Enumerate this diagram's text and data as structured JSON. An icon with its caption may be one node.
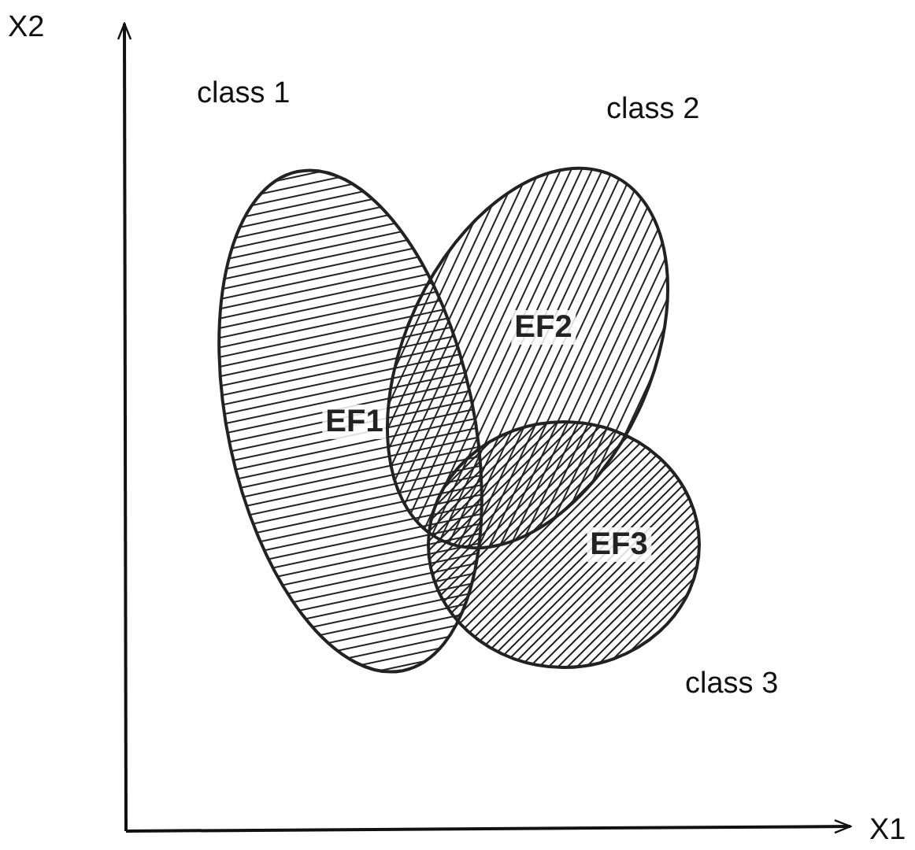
{
  "diagram": {
    "nodes": [
      {
        "text": [
          "EF1"
        ],
        "beside": [
          "class 1"
        ]
      },
      {
        "text": [
          "EF2"
        ],
        "beside": [
          "class 2"
        ]
      },
      {
        "text": [
          "EF3"
        ],
        "beside": [
          "class 3"
        ]
      }
    ],
    "labels": [
      "X2",
      "X1"
    ]
  }
}
